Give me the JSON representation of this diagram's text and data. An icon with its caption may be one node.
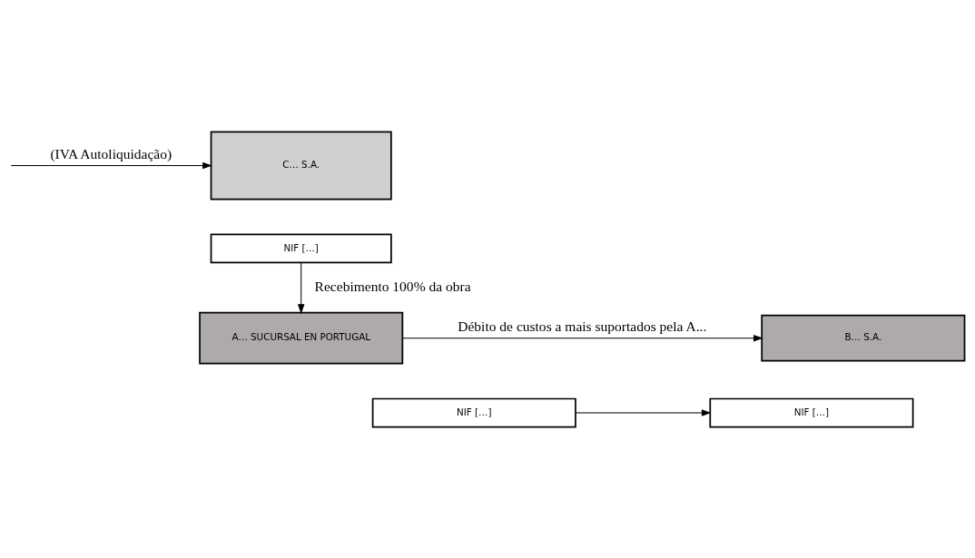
{
  "diagram": {
    "nodes": [
      {
        "text": [
          "C… S.A."
        ]
      },
      {
        "text": [
          "NIF […]"
        ]
      },
      {
        "text": [
          "A… SUCURSAL EN PORTUGAL"
        ]
      },
      {
        "text": [
          "NIF […]"
        ]
      },
      {
        "text": [
          "B… S.A."
        ]
      },
      {
        "text": [
          "NIF […]"
        ]
      }
    ],
    "edges": [
      {
        "from": null,
        "to": 0,
        "arrow": "to",
        "label": "(IVA Autoliquidação)"
      },
      {
        "from": 1,
        "to": 2,
        "arrow": "to",
        "label": "Recebimento 100% da obra"
      },
      {
        "from": 2,
        "to": 4,
        "arrow": "to",
        "label": "Débito de custos a mais suportados pela A..."
      },
      {
        "from": 5,
        "to": 3,
        "arrow": "to"
      }
    ]
  }
}
